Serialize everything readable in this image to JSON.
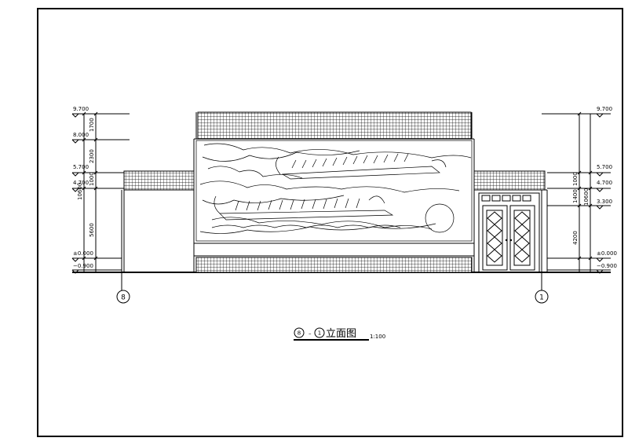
{
  "levels_left": {
    "l1": "9.700",
    "l2": "8.000",
    "l3": "5.700",
    "l4": "4.700",
    "l5": "±0.000",
    "l6": "−0.900"
  },
  "levels_right": {
    "r1": "9.700",
    "r2": "5.700",
    "r3": "4.700",
    "r4": "3.300",
    "r5": "±0.000",
    "r6": "−0.900"
  },
  "dims_left": {
    "d1": "1700",
    "d2": "2300",
    "d3": "1000",
    "d4": "10600",
    "d5": "5600"
  },
  "dims_right": {
    "d1": "1000",
    "d2": "1400",
    "d3": "10600",
    "d4": "4200"
  },
  "axes": {
    "left": "8",
    "right": "1"
  },
  "title": {
    "axis_from": "8",
    "dash": "–",
    "axis_to": "1",
    "name": "立面图",
    "scale": "1:100"
  }
}
